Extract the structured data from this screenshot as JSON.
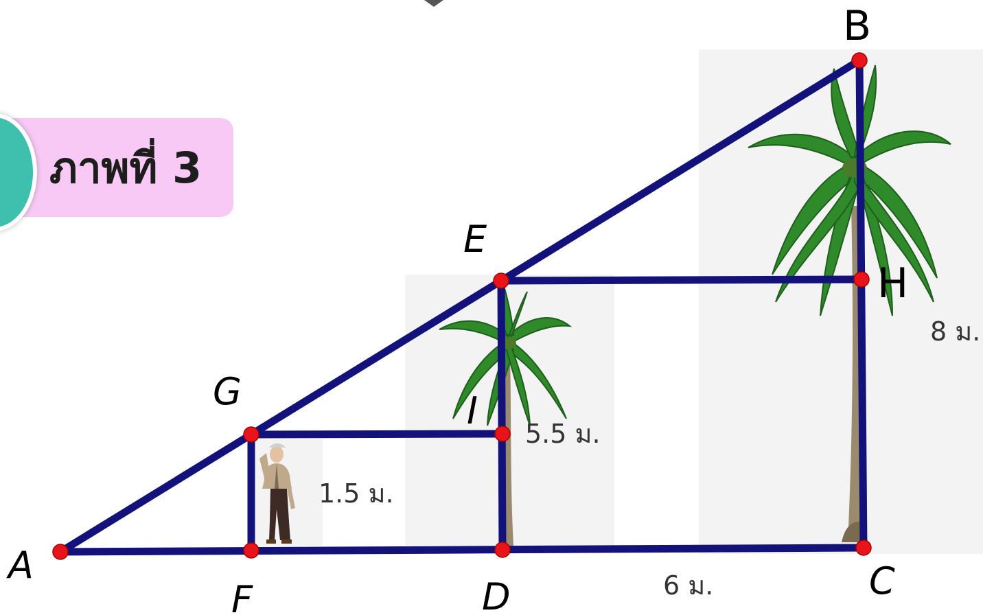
{
  "badge": {
    "text": "ภาพที่ 3"
  },
  "points": {
    "A": "A",
    "B": "B",
    "C": "C",
    "D": "D",
    "E": "E",
    "F": "F",
    "G": "G",
    "H": "H",
    "I": "I"
  },
  "measures": {
    "person": "1.5 ม.",
    "tree_small": "5.5 ม.",
    "tree_big": "8 ม.",
    "base": "6 ม."
  },
  "colors": {
    "segment": "#12127a",
    "point": "#e8141a",
    "badge_bg": "#f7c9f4",
    "badge_circle": "#3fbfae"
  }
}
